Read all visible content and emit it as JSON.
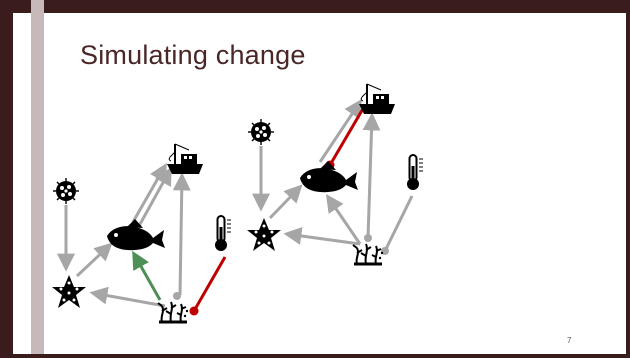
{
  "slide": {
    "title": "Simulating change",
    "page_number": "7"
  },
  "colors": {
    "frame": "#3a1c1c",
    "accent": "#c7b9b9",
    "title": "#4a2626",
    "arrow_neutral": "#a6a6a6",
    "arrow_negative": "#c00000",
    "arrow_positive": "#4e8f56"
  },
  "panels": [
    {
      "id": "before",
      "icons": [
        "plankton-icon",
        "sea-star-icon",
        "fish-icon",
        "fishing-boat-icon",
        "thermometer-icon",
        "kelp-coral-icon"
      ],
      "changed_link": {
        "from": "kelp-coral-icon",
        "to": "fish-icon",
        "effect": "positive"
      }
    },
    {
      "id": "after",
      "icons": [
        "plankton-icon",
        "sea-star-icon",
        "fish-icon",
        "fishing-boat-icon",
        "thermometer-icon",
        "kelp-coral-icon"
      ],
      "changed_link": {
        "from": "fish-icon",
        "to": "fishing-boat-icon",
        "effect": "negative"
      }
    }
  ]
}
